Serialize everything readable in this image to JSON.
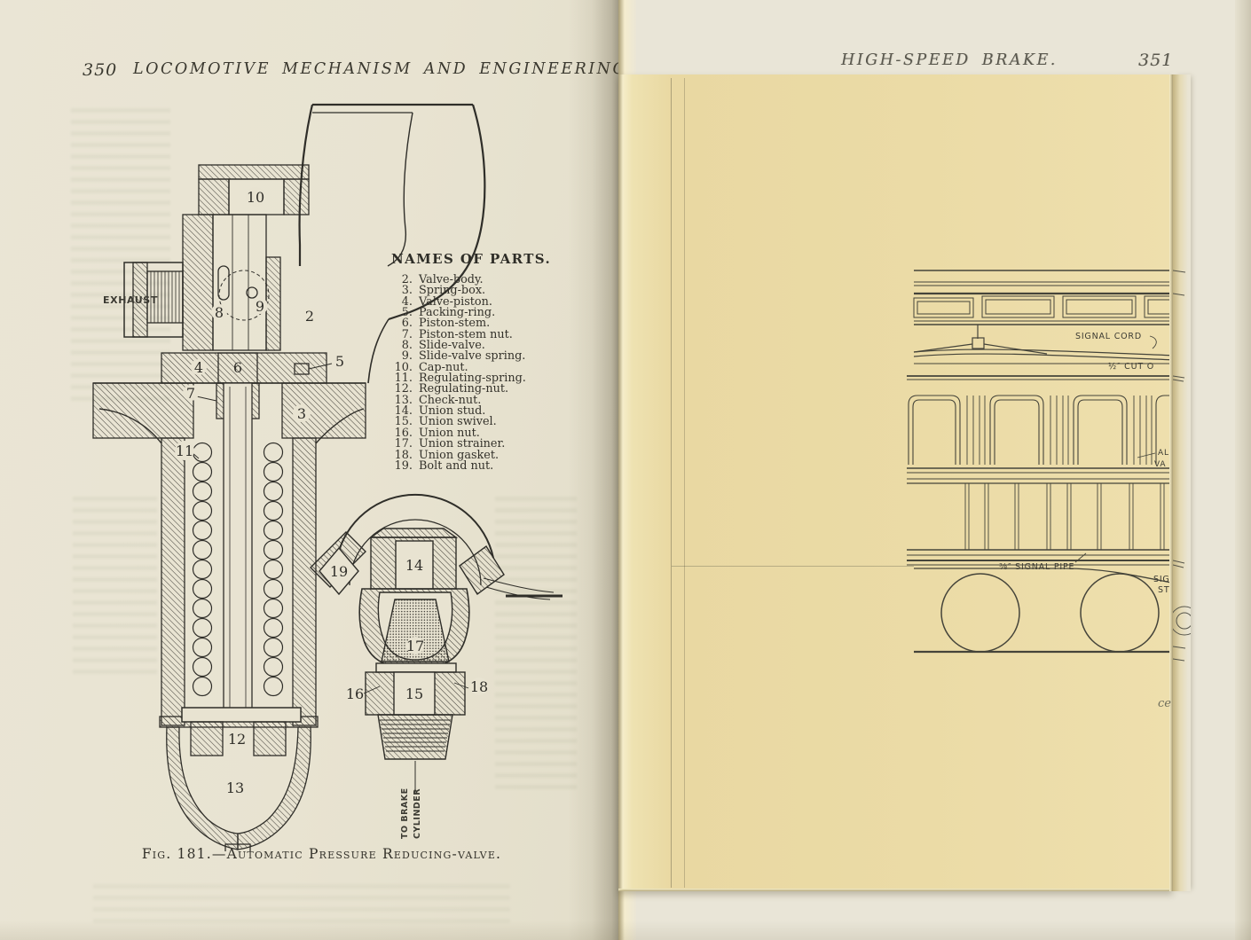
{
  "colors": {
    "paper": "#e8e3d1",
    "foldout_plate": "#ead9a4",
    "ink": "#2f2e29"
  },
  "book": {
    "left_page": {
      "page_number": "350",
      "running_title": "LOCOMOTIVE MECHANISM AND ENGINEERING.",
      "names_of_parts": {
        "title": "NAMES OF PARTS.",
        "items": [
          {
            "num": "2.",
            "name": "Valve-body."
          },
          {
            "num": "3.",
            "name": "Spring-box."
          },
          {
            "num": "4.",
            "name": "Valve-piston."
          },
          {
            "num": "5.",
            "name": "Packing-ring."
          },
          {
            "num": "6.",
            "name": "Piston-stem."
          },
          {
            "num": "7.",
            "name": "Piston-stem nut."
          },
          {
            "num": "8.",
            "name": "Slide-valve."
          },
          {
            "num": "9.",
            "name": "Slide-valve spring."
          },
          {
            "num": "10.",
            "name": "Cap-nut."
          },
          {
            "num": "11.",
            "name": "Regulating-spring."
          },
          {
            "num": "12.",
            "name": "Regulating-nut."
          },
          {
            "num": "13.",
            "name": "Check-nut."
          },
          {
            "num": "14.",
            "name": "Union stud."
          },
          {
            "num": "15.",
            "name": "Union swivel."
          },
          {
            "num": "16.",
            "name": "Union nut."
          },
          {
            "num": "17.",
            "name": "Union strainer."
          },
          {
            "num": "18.",
            "name": "Union gasket."
          },
          {
            "num": "19.",
            "name": "Bolt and nut."
          }
        ]
      },
      "figure": {
        "caption": "Fig. 181.—Automatic Pressure Reducing-valve.",
        "exhaust_label": "EXHAUST",
        "to_brake_line1": "TO BRAKE",
        "to_brake_line2": "CYLINDER",
        "callouts": {
          "n2": "2",
          "n3": "3",
          "n4": "4",
          "n5": "5",
          "n6": "6",
          "n7": "7",
          "n8": "8",
          "n9": "9",
          "n10": "10",
          "n11": "11",
          "n12": "12",
          "n13": "13",
          "n14": "14",
          "n15": "15",
          "n16": "16",
          "n17": "17",
          "n18": "18",
          "n19": "19"
        }
      }
    },
    "right_page": {
      "page_number": "351",
      "running_title": "HIGH-SPEED BRAKE.",
      "foldout": {
        "labels": {
          "signal_cord": "SIGNAL CORD",
          "cut_out": "½″ CUT O",
          "signal_pipe": "⅜″ SIGNAL PIPE",
          "clipped_al": "AL",
          "clipped_va": "VA",
          "clipped_sign": "SIGN",
          "clipped_st": "ST",
          "clipped_ce": "ce"
        }
      }
    }
  }
}
